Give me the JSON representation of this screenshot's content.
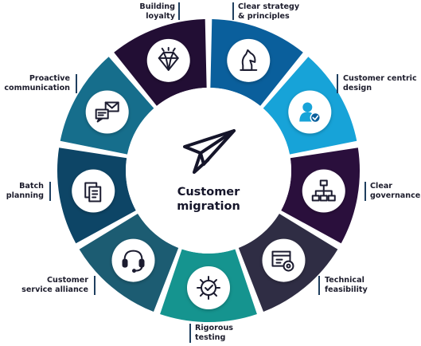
{
  "center": {
    "title_line1": "Customer",
    "title_line2": "migration"
  },
  "segments": [
    {
      "label1": "Clear strategy",
      "label2": "& principles",
      "color": "#0a5f9c",
      "icon": "chess-knight-icon"
    },
    {
      "label1": "Customer centric",
      "label2": "design",
      "color": "#17a3d8",
      "icon": "customer-check-icon"
    },
    {
      "label1": "Clear",
      "label2": "governance",
      "color": "#2a0f3c",
      "icon": "org-chart-icon"
    },
    {
      "label1": "Technical",
      "label2": "feasibility",
      "color": "#2f2d44",
      "icon": "settings-window-icon"
    },
    {
      "label1": "Rigorous",
      "label2": "testing",
      "color": "#15948f",
      "icon": "gear-check-icon"
    },
    {
      "label1": "Customer",
      "label2": "service alliance",
      "color": "#1c5c72",
      "icon": "headset-icon"
    },
    {
      "label1": "Batch",
      "label2": "planning",
      "color": "#0d4566",
      "icon": "documents-icon"
    },
    {
      "label1": "Proactive",
      "label2": "communication",
      "color": "#166e8c",
      "icon": "chat-mail-icon"
    },
    {
      "label1": "Building",
      "label2": "loyalty",
      "color": "#220e34",
      "icon": "diamond-icon"
    }
  ]
}
